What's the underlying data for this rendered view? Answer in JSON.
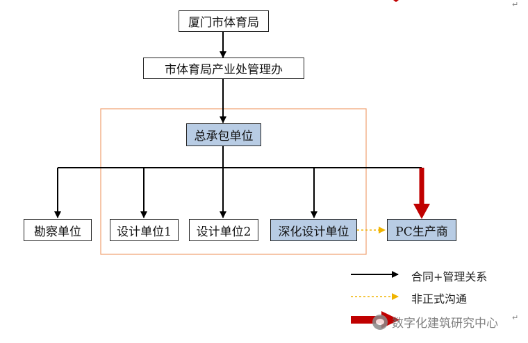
{
  "diagram": {
    "nodes": {
      "xiamen_sports_bureau": "厦门市体育局",
      "industry_office": "市体育局产业处管理办",
      "general_contractor": "总承包单位",
      "survey_unit": "勘察单位",
      "design_unit_1": "设计单位1",
      "design_unit_2": "设计单位2",
      "detailed_design_unit": "深化设计单位",
      "pc_manufacturer": "PC生产商"
    }
  },
  "legend": {
    "contract_management": "合同+管理关系",
    "informal_communication": "非正式沟通"
  },
  "watermark": "数字化建筑研究中心",
  "colors": {
    "highlight_fill": "#b8cce4",
    "group_border": "#f0a070",
    "informal_line": "#f0b400",
    "thick_arrow": "#c00000",
    "line": "#000000"
  }
}
